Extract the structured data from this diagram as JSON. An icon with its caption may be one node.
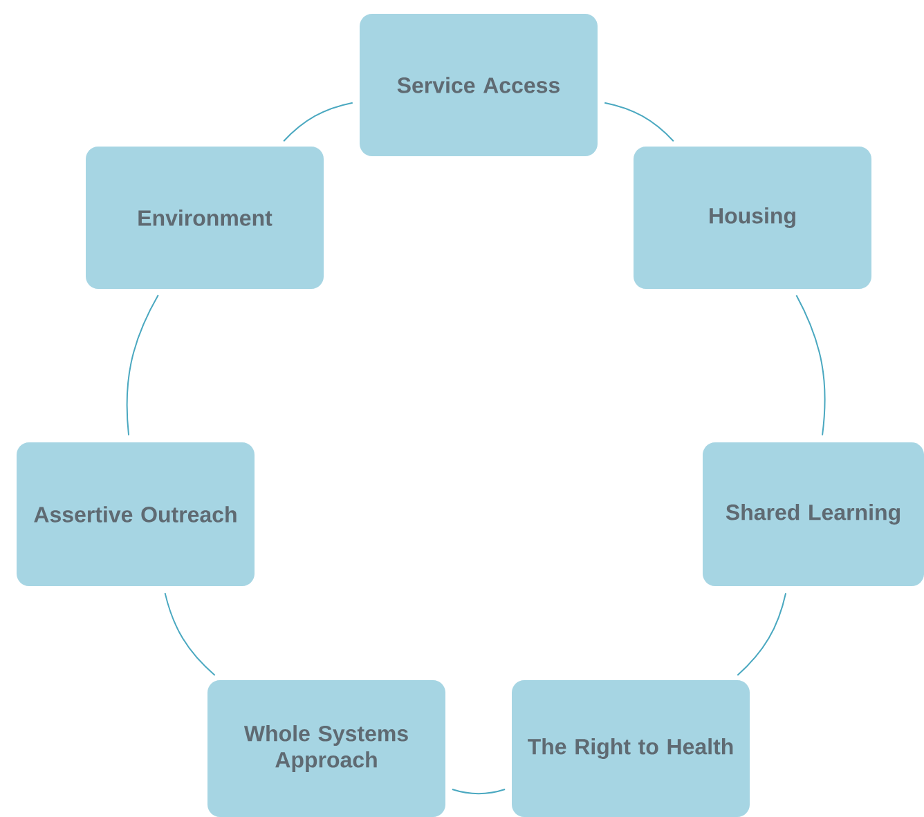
{
  "diagram": {
    "nodes": [
      {
        "text": [
          "Service Access"
        ]
      },
      {
        "text": [
          "Housing"
        ]
      },
      {
        "text": [
          "Shared Learning"
        ]
      },
      {
        "text": [
          "The Right to Health"
        ]
      },
      {
        "text": [
          "Whole Systems Approach"
        ]
      },
      {
        "text": [
          "Assertive Outreach"
        ]
      },
      {
        "text": [
          "Environment"
        ]
      }
    ],
    "edges": [
      {
        "from": 0,
        "to": 1,
        "arrow": "none"
      },
      {
        "from": 1,
        "to": 2,
        "arrow": "none"
      },
      {
        "from": 2,
        "to": 3,
        "arrow": "none"
      },
      {
        "from": 3,
        "to": 4,
        "arrow": "none"
      },
      {
        "from": 4,
        "to": 5,
        "arrow": "none"
      },
      {
        "from": 5,
        "to": 6,
        "arrow": "none"
      },
      {
        "from": 6,
        "to": 0,
        "arrow": "none"
      }
    ]
  }
}
